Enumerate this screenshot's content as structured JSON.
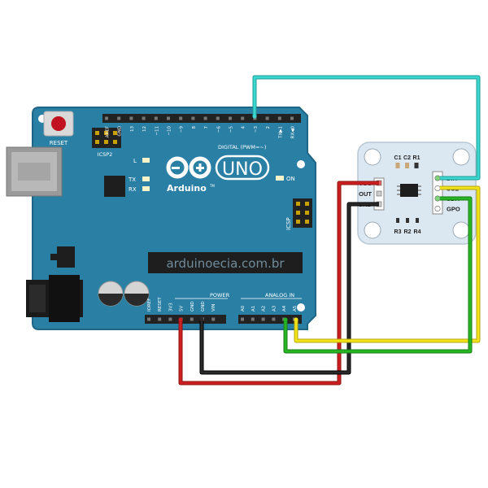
{
  "board": {
    "reset_label": "RESET",
    "icsp2_label": "ICSP2",
    "icsp_label": "ICSP",
    "led_l": "L",
    "led_tx": "TX",
    "led_rx": "RX",
    "on_label": "ON",
    "model": "UNO",
    "brand": "Arduino",
    "tm": "TM",
    "digital_label": "DIGITAL (PWM=~)",
    "power_label": "POWER",
    "analog_label": "ANALOG IN",
    "watermark": "arduinoecia.com.br",
    "digital_pins": [
      "AREF",
      "GND",
      "13",
      "12",
      "~11",
      "~10",
      "~9",
      "8",
      "7",
      "~6",
      "~5",
      "4",
      "~3",
      "2",
      "TX▶1",
      "RX◀0"
    ],
    "power_pins": [
      "IOREF",
      "RESET",
      "3V3",
      "5V",
      "GND",
      "GND",
      "VIN"
    ],
    "analog_pins": [
      "A0",
      "A1",
      "A2",
      "A3",
      "A4",
      "A5"
    ]
  },
  "module": {
    "left_pins": [
      "VCC",
      "OUT",
      "GND"
    ],
    "right_pins": [
      "DIR",
      "SCL",
      "SDA",
      "GPO"
    ],
    "top_components": [
      "C1",
      "C2",
      "R1"
    ],
    "bottom_components": [
      "R3",
      "R2",
      "R4"
    ]
  },
  "colors": {
    "board_blue": "#2a7fa4",
    "board_edge": "#1f6686",
    "module_board": "#dbe7f1",
    "wire_red": "#cc1f1f",
    "wire_black": "#222222",
    "wire_yellow": "#f2e21a",
    "wire_green": "#27b523",
    "wire_cyan": "#3ad6cf"
  }
}
